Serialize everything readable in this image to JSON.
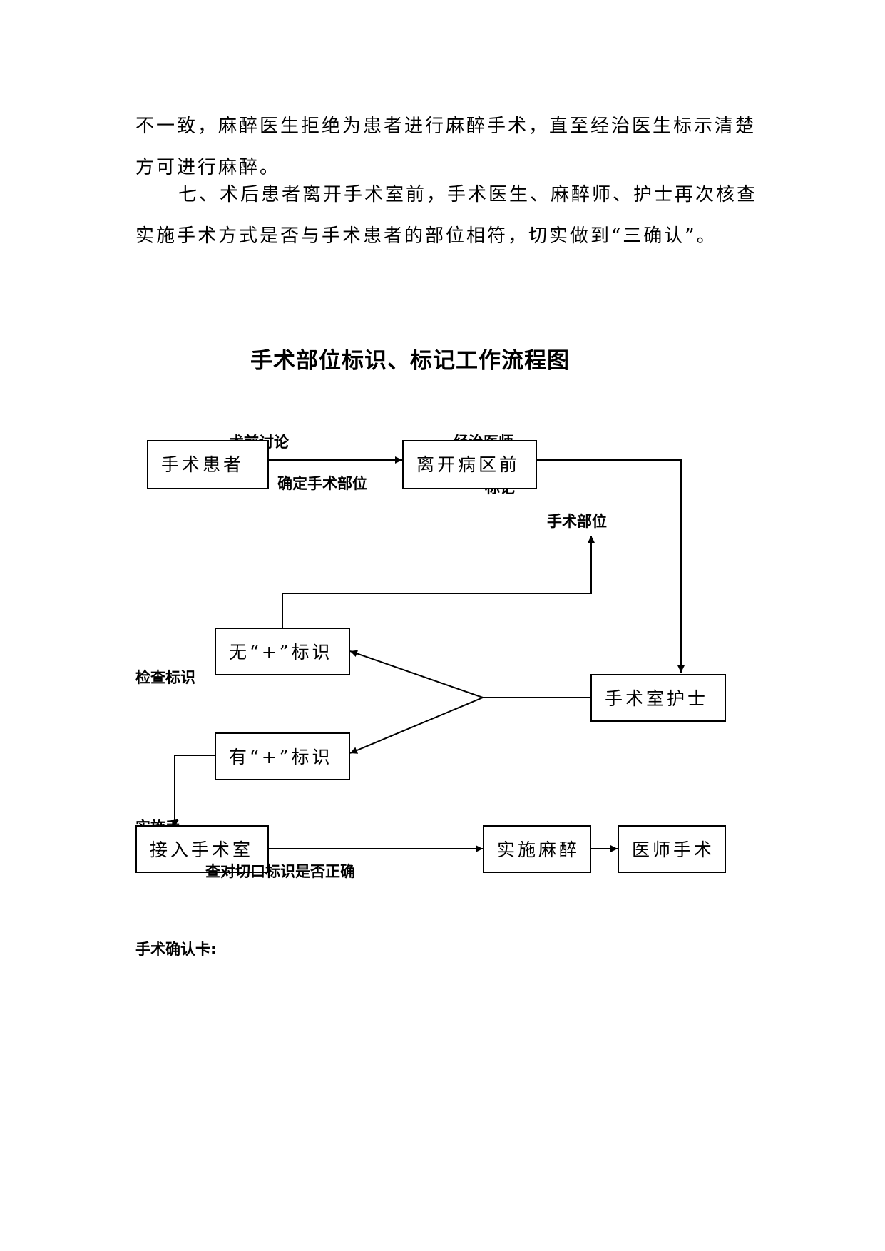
{
  "document": {
    "paragraph_1": "不一致，麻醉医生拒绝为患者进行麻醉手术，直至经治医生标示清楚方可进行麻醉。",
    "paragraph_2": "七、术后患者离开手术室前，手术医生、麻醉师、护士再次核查实施手术方式是否与手术患者的部位相符，切实做到“三确认”。",
    "flowchart_title": "手术部位标识、标记工作流程图",
    "card_label": "手术确认卡:"
  },
  "flowchart": {
    "boxes": {
      "patient": "手术患者",
      "leave_ward": "离开病区前",
      "no_mark": "无“+”标识",
      "has_mark": "有“+”标识",
      "or_nurse": "手术室护士",
      "enter_or": "接入手术室",
      "anesthesia": "实施麻醉",
      "surgery": "医师手术"
    },
    "labels": {
      "preop_discussion": "术前讨论",
      "confirm_site": "确定手术部位",
      "attending_doctor": "经治医师",
      "mark": "标记",
      "surgical_site": "手术部位",
      "check_mark": "检查标识",
      "implement": "实施手",
      "check_correct": "查对切口标识是否正确"
    }
  }
}
